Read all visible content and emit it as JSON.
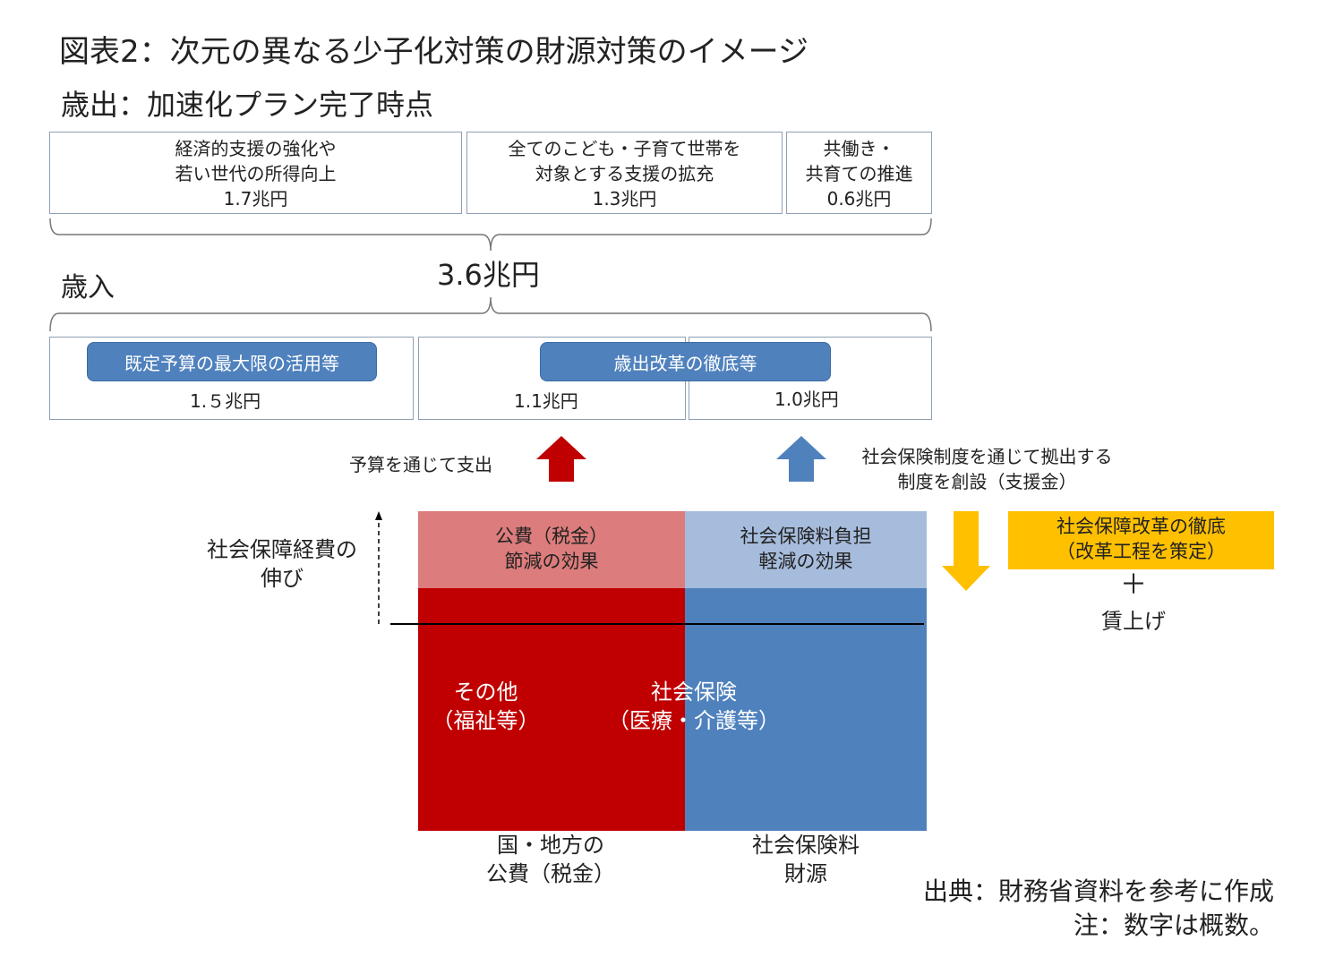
{
  "title": "図表2：次元の異なる少子化対策の財源対策のイメージ",
  "expenditure_label": "歳出：加速化プラン完了時点",
  "expenditure_items": [
    {
      "line1": "経済的支援の強化や",
      "line2": "若い世代の所得向上",
      "amount": "1.7兆円"
    },
    {
      "line1": "全てのこども・子育て世帯を",
      "line2": "対象とする支援の拡充",
      "amount": "1.3兆円"
    },
    {
      "line1": "共働き・",
      "line2": "共育ての推進",
      "amount": "0.6兆円"
    }
  ],
  "total": "3.6兆円",
  "revenue_label": "歳入",
  "revenue_items": [
    {
      "pill": "既定予算の最大限の活用等",
      "amount": "1.５兆円"
    },
    {
      "pill": "歳出改革の徹底等",
      "amount": "1.1兆円"
    },
    {
      "amount": "1.0兆円"
    }
  ],
  "red_arrow_label": "予算を通じて支出",
  "blue_arrow_label": {
    "line1": "社会保険制度を通じて拠出する",
    "line2": "制度を創設（支援金）"
  },
  "growth_label": {
    "line1": "社会保障経費の",
    "line2": "伸び"
  },
  "blocks": {
    "tax_effect": {
      "line1": "公費（税金）",
      "line2": "節減の効果"
    },
    "premium_effect": {
      "line1": "社会保険料負担",
      "line2": "軽減の効果"
    },
    "other": {
      "line1": "その他",
      "line2": "（福祉等）"
    },
    "social_insurance": {
      "line1": "社会保険",
      "line2": "（医療・介護等）"
    }
  },
  "bottom_labels": {
    "tax": {
      "line1": "国・地方の",
      "line2": "公費（税金）"
    },
    "premium": {
      "line1": "社会保険料",
      "line2": "財源"
    }
  },
  "reform_box": {
    "line1": "社会保障改革の徹底",
    "line2": "（改革工程を策定）"
  },
  "plus": "＋",
  "wage": "賃上げ",
  "source": "出典：財務省資料を参考に作成",
  "note": "注：数字は概数。",
  "colors": {
    "red": "#c00000",
    "light_red": "#dc7c7c",
    "blue": "#4f81bd",
    "light_blue": "#a6bcdc",
    "yellow": "#ffc000"
  }
}
